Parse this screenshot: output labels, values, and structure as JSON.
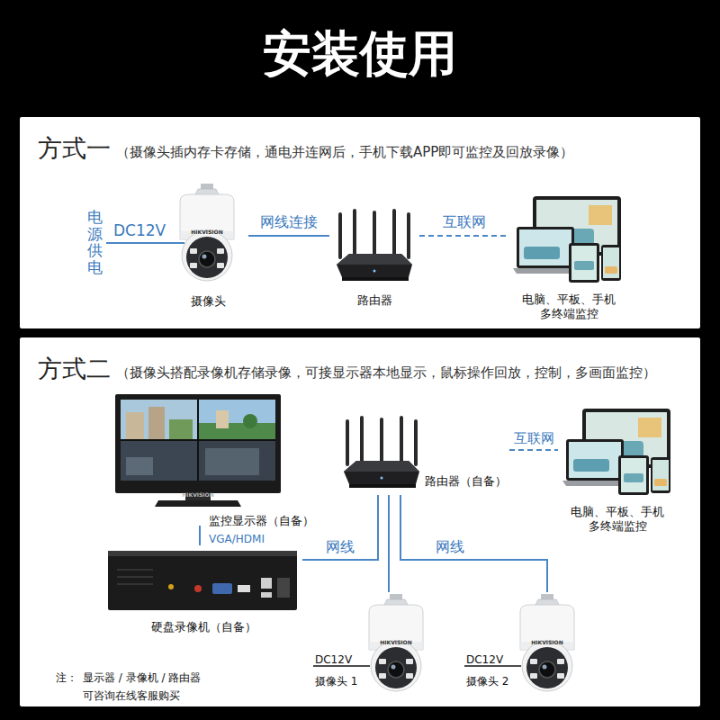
{
  "diagram": {
    "title": "安装使用",
    "nodes": [
      {
        "text": [
          "方式一",
          "（摄像头插内存卡存储，通电并连网后，手机下载APP即可监控及回放录像）"
        ]
      },
      {
        "text": [
          "摄像头"
        ],
        "in": 0
      },
      {
        "text": [
          "路由器"
        ],
        "in": 0
      },
      {
        "text": [
          "电脑、平板、手机",
          "多终端监控"
        ],
        "in": 0
      },
      {
        "text": [
          "方式二",
          "（摄像头搭配录像机存储录像，可接显示器本地显示，鼠标操作回放，控制，多画面监控）"
        ]
      },
      {
        "text": [
          "监控显示器（自备）"
        ],
        "in": 4
      },
      {
        "text": [
          "路由器（自备）"
        ],
        "in": 4
      },
      {
        "text": [
          "电脑、平板、手机",
          "多终端监控"
        ],
        "in": 4
      },
      {
        "text": [
          "硬盘录像机（自备）"
        ],
        "in": 4
      },
      {
        "text": [
          "摄像头 1"
        ],
        "in": 4
      },
      {
        "text": [
          "摄像头 2"
        ],
        "in": 4
      }
    ],
    "edges": [
      {
        "from": 1,
        "to": 2,
        "label": "网线连接",
        "arrow": "none"
      },
      {
        "from": 2,
        "to": 3,
        "label": "互联网",
        "arrow": "none"
      },
      {
        "from": 5,
        "to": 8,
        "label": "VGA/HDMI",
        "arrow": "none"
      },
      {
        "from": 6,
        "to": 7,
        "label": "互联网",
        "arrow": "none"
      },
      {
        "from": 8,
        "to": 6,
        "label": "网线",
        "arrow": "none"
      },
      {
        "from": 6,
        "to": 9,
        "arrow": "none"
      },
      {
        "from": 6,
        "to": 10,
        "label": "网线",
        "arrow": "none"
      }
    ],
    "labels": [
      "电源供电",
      "DC12V",
      "DC12V",
      "DC12V",
      "注：",
      "显示器 / 录像机 / 路由器",
      "可咨询在线客服购买",
      "HIKVISION",
      "HIKVISION",
      "HIKVISION",
      "HIKVISION"
    ]
  }
}
